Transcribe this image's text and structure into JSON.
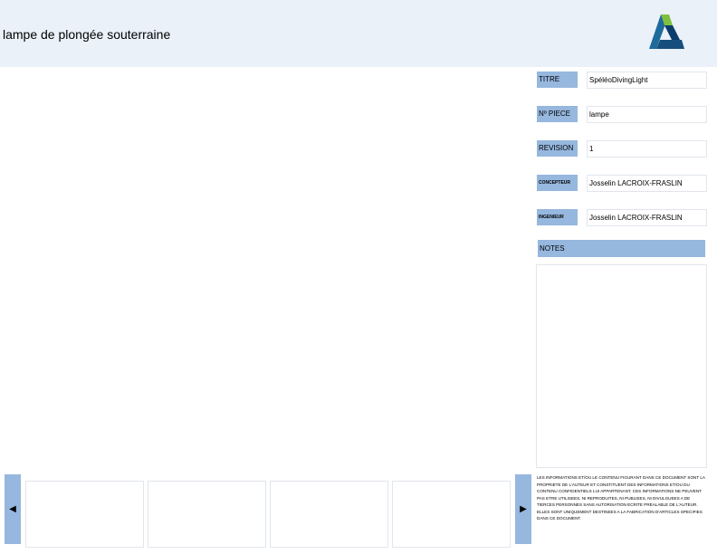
{
  "header": {
    "title": "lampe de plongée souterraine",
    "logo_icon": "autodesk-logo-icon"
  },
  "properties": [
    {
      "label": "TITRE",
      "value": "SpéléoDivingLight"
    },
    {
      "label": "Nº PIECE",
      "value": "lampe"
    },
    {
      "label": "REVISION",
      "value": "1"
    },
    {
      "label": "CONCEPTEUR",
      "value": "Josselin LACROIX-FRASLIN"
    },
    {
      "label": "INGENIEUR",
      "value": "Josselin LACROIX-FRASLIN"
    }
  ],
  "notes": {
    "label": "NOTES",
    "content": ""
  },
  "disclaimer": "Les informations et/ou le contenu figurant dans ce document sont la propriete de l'auteur et constituent des informations et/ou du contenu confidentiels lui appartenant. Ces informations ne peuvent pas etre utilisees, ni reproduites, ni publiees, ni divulguees a de tierces personnes sans autorisation ecrite prealable de l'auteur. Elles sont uniquement destinees a la fabrication d'articles specifies dans ce document.",
  "navigation": {
    "prev_glyph": "◀",
    "next_glyph": "▶"
  },
  "thumbnails_count_visible": 4,
  "colors": {
    "header_bg": "#eaf1f8",
    "label_bg": "#96b7de",
    "border": "#e1e6ec"
  }
}
